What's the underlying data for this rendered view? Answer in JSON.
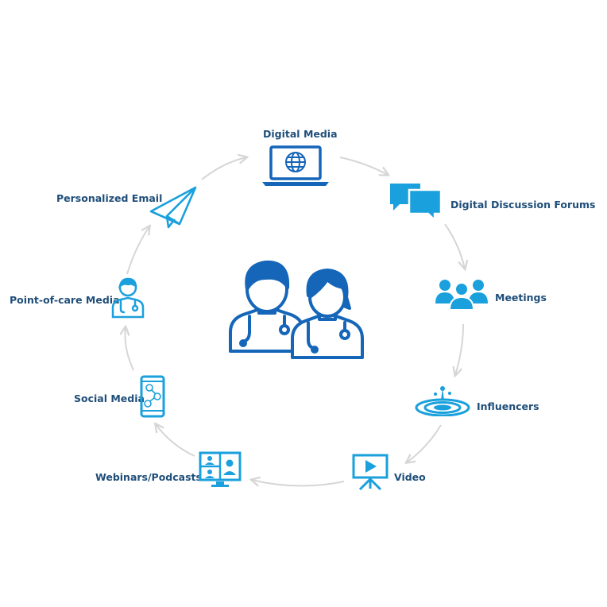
{
  "diagram": {
    "colors": {
      "primary_blue": "#1565b8",
      "light_blue": "#1aa0dc",
      "label_navy": "#1f4e79",
      "arrow_gray": "#d6d6d6"
    },
    "center_icon": "doctors-pair-icon",
    "nodes": [
      {
        "label": "Digital Media",
        "icon": "laptop-globe-icon"
      },
      {
        "label": "Digital Discussion Forums",
        "icon": "chat-bubbles-icon"
      },
      {
        "label": "Meetings",
        "icon": "group-people-icon"
      },
      {
        "label": "Influencers",
        "icon": "water-ripple-icon"
      },
      {
        "label": "Video",
        "icon": "video-presentation-icon"
      },
      {
        "label": "Webinars/Podcasts",
        "icon": "video-conference-icon"
      },
      {
        "label": "Social Media",
        "icon": "smartphone-network-icon"
      },
      {
        "label": "Point-of-care Media",
        "icon": "doctor-icon"
      },
      {
        "label": "Personalized Email",
        "icon": "paper-plane-icon"
      }
    ]
  }
}
